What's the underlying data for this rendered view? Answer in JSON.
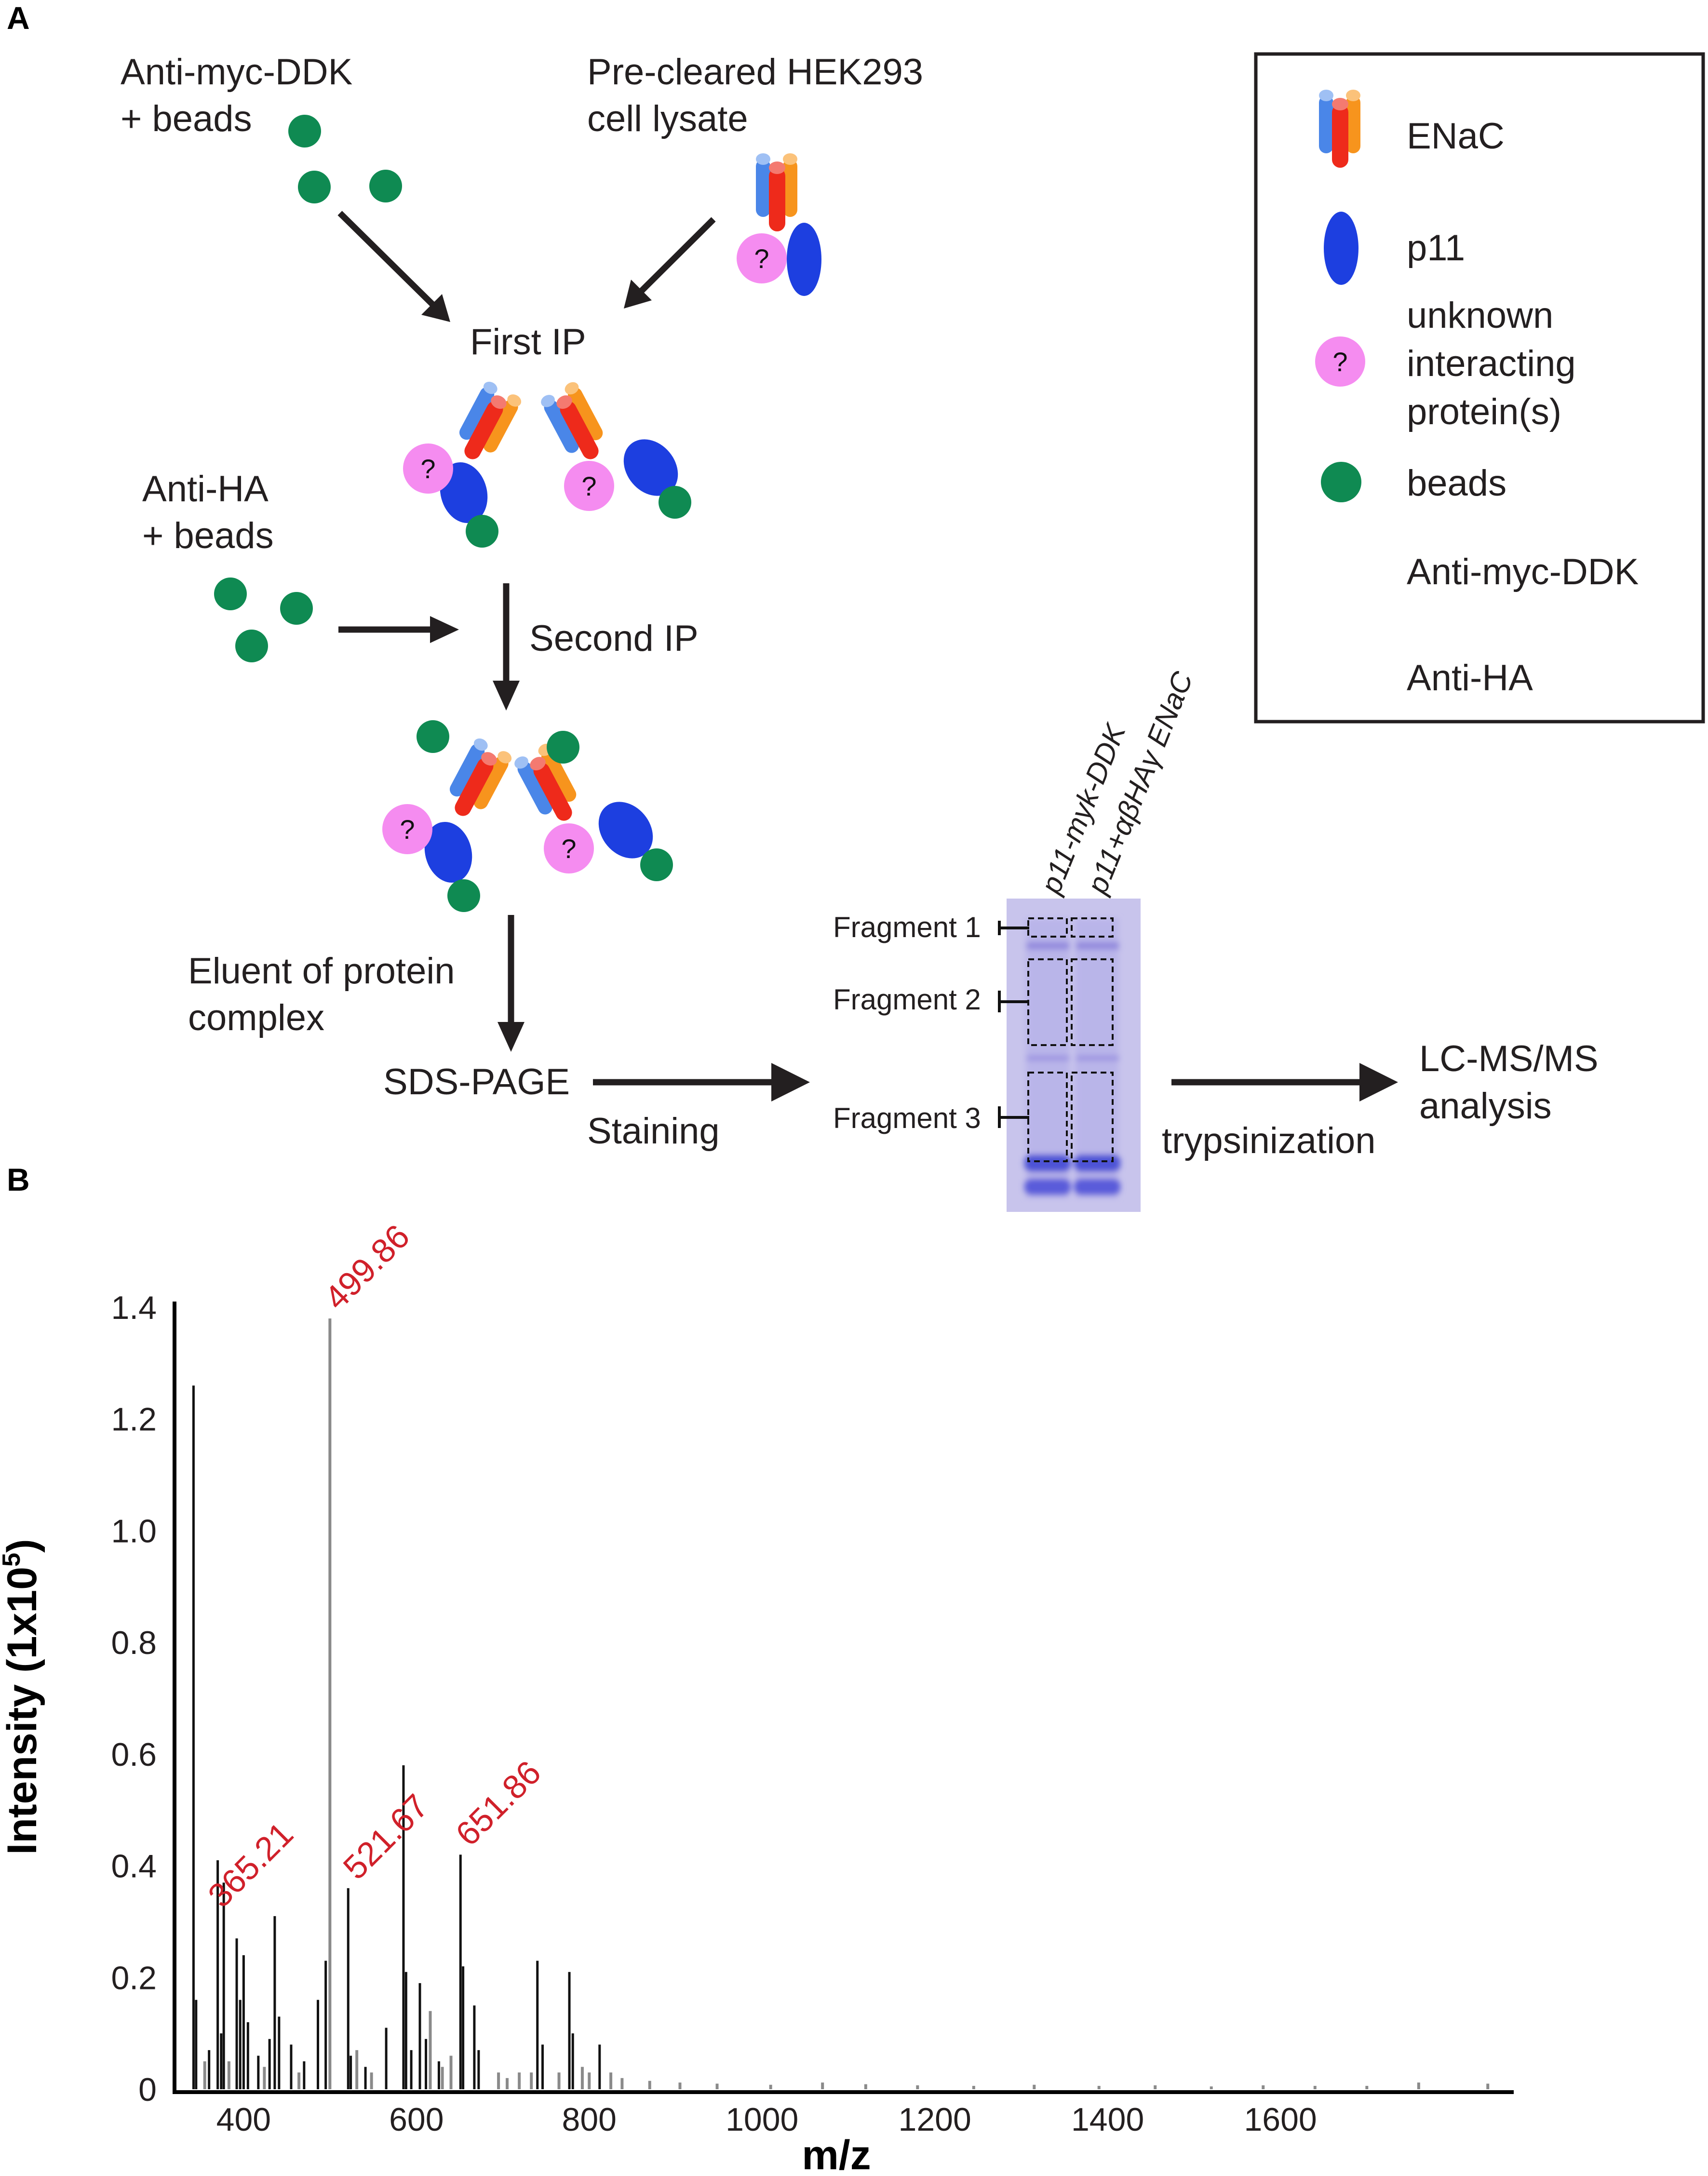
{
  "panel_a": {
    "label": "A",
    "anti_myc_beads": [
      "Anti-myc-DDK",
      "+ beads"
    ],
    "lysate": [
      "Pre-cleared HEK293",
      "cell lysate"
    ],
    "first_ip": "First IP",
    "anti_ha_beads": [
      "Anti-HA",
      "+ beads"
    ],
    "second_ip": "Second IP",
    "eluent": [
      "Eluent of protein",
      "complex"
    ],
    "sds_page": "SDS-PAGE",
    "staining": "Staining",
    "lanes": [
      "p11-myk-DDK",
      "p11+αβHAγ ENaC"
    ],
    "fragments": [
      "Fragment 1",
      "Fragment 2",
      "Fragment 3"
    ],
    "trypsinization": "trypsinization",
    "lcms": [
      "LC-MS/MS",
      "analysis"
    ],
    "unknown_mark": "?",
    "legend": {
      "enac": "ENaC",
      "p11": "p11",
      "unknown": [
        "unknown",
        "interacting",
        "protein(s)"
      ],
      "beads": "beads",
      "anti_myc": "Anti-myc-DDK",
      "anti_ha": "Anti-HA"
    },
    "colors": {
      "enac_red": "#ee2a1b",
      "enac_orange": "#f7941d",
      "enac_blue": "#4a86e8",
      "p11": "#1d3fe0",
      "unknown": "#f58cf0",
      "beads": "#0f8a52",
      "anti_myc": "#ed2f12",
      "anti_ha": "#8a3ff2",
      "gel": "#c8c4ec"
    }
  },
  "panel_b": {
    "label": "B"
  },
  "chart_data": {
    "type": "bar",
    "xlabel": "m/z",
    "ylabel_main": "Intensity (1x10",
    "ylabel_exp": "5",
    "ylabel_close": ")",
    "xlim": [
      320,
      1870
    ],
    "ylim": [
      0,
      1.4
    ],
    "xticks": [
      400,
      600,
      800,
      1000,
      1200,
      1400,
      1600
    ],
    "yticks": [
      0,
      0.2,
      0.4,
      0.6,
      0.8,
      1.0,
      1.2,
      1.4
    ],
    "ytick_labels": [
      "0",
      "0.2",
      "0.4",
      "0.6",
      "0.8",
      "1.0",
      "1.2",
      "1.4"
    ],
    "annotations": [
      {
        "label": "499.86",
        "x": 499.86,
        "y": 1.38
      },
      {
        "label": "365.21",
        "x": 365.21,
        "y": 0.31
      },
      {
        "label": "521.67",
        "x": 521.67,
        "y": 0.36
      },
      {
        "label": "651.86",
        "x": 651.86,
        "y": 0.42
      }
    ],
    "peaks_dark": [
      {
        "x": 342,
        "y": 1.26
      },
      {
        "x": 345,
        "y": 0.16
      },
      {
        "x": 360,
        "y": 0.07
      },
      {
        "x": 370,
        "y": 0.41
      },
      {
        "x": 374,
        "y": 0.1
      },
      {
        "x": 377,
        "y": 0.37
      },
      {
        "x": 392,
        "y": 0.27
      },
      {
        "x": 396,
        "y": 0.16
      },
      {
        "x": 400,
        "y": 0.24
      },
      {
        "x": 405,
        "y": 0.12
      },
      {
        "x": 417,
        "y": 0.06
      },
      {
        "x": 430,
        "y": 0.09
      },
      {
        "x": 436,
        "y": 0.31
      },
      {
        "x": 441,
        "y": 0.13
      },
      {
        "x": 455,
        "y": 0.08
      },
      {
        "x": 470,
        "y": 0.05
      },
      {
        "x": 486,
        "y": 0.16
      },
      {
        "x": 495,
        "y": 0.23
      },
      {
        "x": 521,
        "y": 0.36
      },
      {
        "x": 524,
        "y": 0.06
      },
      {
        "x": 541,
        "y": 0.04
      },
      {
        "x": 565,
        "y": 0.11
      },
      {
        "x": 585,
        "y": 0.58
      },
      {
        "x": 588,
        "y": 0.21
      },
      {
        "x": 594,
        "y": 0.07
      },
      {
        "x": 604,
        "y": 0.19
      },
      {
        "x": 611,
        "y": 0.09
      },
      {
        "x": 626,
        "y": 0.05
      },
      {
        "x": 651,
        "y": 0.42
      },
      {
        "x": 654,
        "y": 0.22
      },
      {
        "x": 667,
        "y": 0.15
      },
      {
        "x": 672,
        "y": 0.07
      },
      {
        "x": 740,
        "y": 0.23
      },
      {
        "x": 746,
        "y": 0.08
      },
      {
        "x": 777,
        "y": 0.21
      },
      {
        "x": 781,
        "y": 0.1
      },
      {
        "x": 812,
        "y": 0.08
      }
    ],
    "peaks_gray": [
      {
        "x": 499.86,
        "y": 1.38
      },
      {
        "x": 355,
        "y": 0.05
      },
      {
        "x": 383,
        "y": 0.05
      },
      {
        "x": 424,
        "y": 0.04
      },
      {
        "x": 464,
        "y": 0.03
      },
      {
        "x": 531,
        "y": 0.07
      },
      {
        "x": 548,
        "y": 0.03
      },
      {
        "x": 616,
        "y": 0.14
      },
      {
        "x": 630,
        "y": 0.04
      },
      {
        "x": 640,
        "y": 0.06
      },
      {
        "x": 695,
        "y": 0.03
      },
      {
        "x": 705,
        "y": 0.02
      },
      {
        "x": 719,
        "y": 0.03
      },
      {
        "x": 733,
        "y": 0.03
      },
      {
        "x": 765,
        "y": 0.03
      },
      {
        "x": 792,
        "y": 0.04
      },
      {
        "x": 800,
        "y": 0.03
      },
      {
        "x": 825,
        "y": 0.03
      },
      {
        "x": 838,
        "y": 0.02
      },
      {
        "x": 870,
        "y": 0.015
      },
      {
        "x": 905,
        "y": 0.012
      },
      {
        "x": 948,
        "y": 0.01
      },
      {
        "x": 1010,
        "y": 0.008
      },
      {
        "x": 1070,
        "y": 0.012
      },
      {
        "x": 1120,
        "y": 0.009
      },
      {
        "x": 1180,
        "y": 0.007
      },
      {
        "x": 1245,
        "y": 0.006
      },
      {
        "x": 1315,
        "y": 0.008
      },
      {
        "x": 1390,
        "y": 0.006
      },
      {
        "x": 1455,
        "y": 0.007
      },
      {
        "x": 1520,
        "y": 0.005
      },
      {
        "x": 1580,
        "y": 0.007
      },
      {
        "x": 1640,
        "y": 0.006
      },
      {
        "x": 1700,
        "y": 0.006
      },
      {
        "x": 1760,
        "y": 0.012
      },
      {
        "x": 1840,
        "y": 0.01
      }
    ]
  }
}
